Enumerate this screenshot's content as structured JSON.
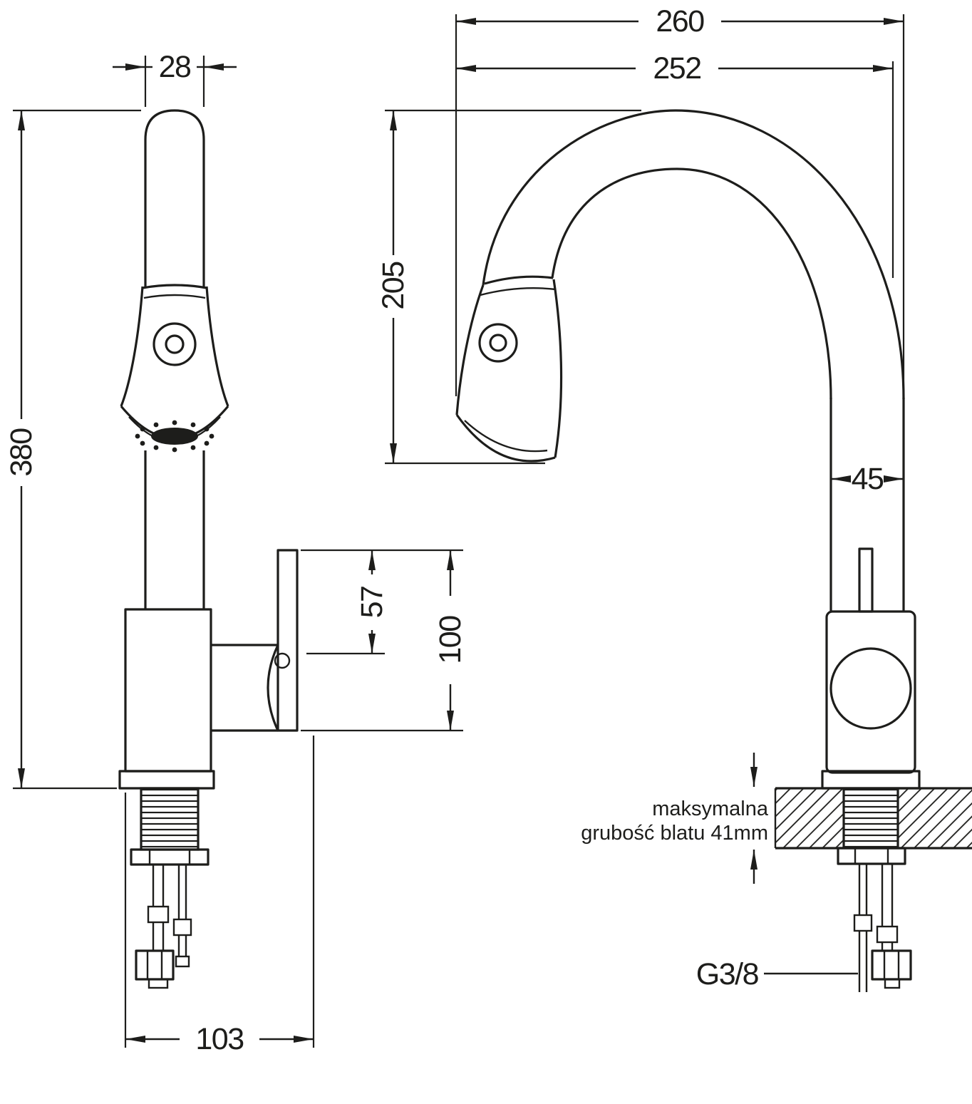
{
  "drawing_title": "faucet-dimension-drawing",
  "colors": {
    "line": "#1d1d1b",
    "background": "#ffffff"
  },
  "front_view": {
    "spout_width": "28",
    "total_height": "380",
    "handle_top_offset": "57",
    "handle_section_height": "100",
    "base_depth": "103"
  },
  "side_view": {
    "overall_depth": "260",
    "spout_reach": "252",
    "spout_height": "205",
    "body_depth": "45",
    "counter_note_line1": "maksymalna",
    "counter_note_line2": "grubość blatu 41mm",
    "connection_thread": "G3/8"
  }
}
